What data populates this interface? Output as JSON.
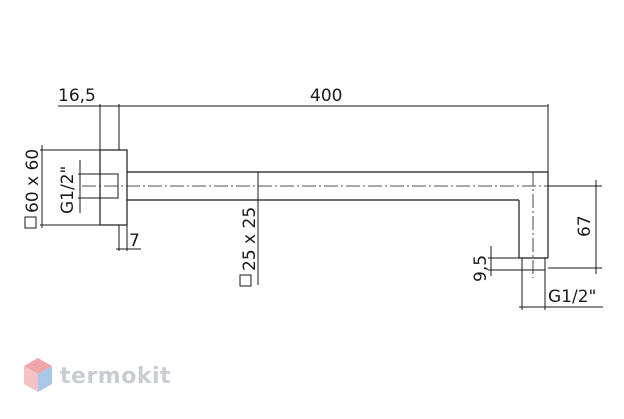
{
  "dimensions": {
    "flange_depth": "16,5",
    "arm_length": "400",
    "flange_size": "60 x 60",
    "inlet_thread": "G1/2\"",
    "wall_gap": "7",
    "tube_section": "25 x 25",
    "drop_height": "67",
    "outlet_length": "9,5",
    "outlet_thread": "G1/2\""
  },
  "brand": {
    "name": "termokit",
    "colors": {
      "red": "#f0a5a8",
      "blue": "#a9c7e8",
      "text": "#c9ccd3"
    }
  }
}
